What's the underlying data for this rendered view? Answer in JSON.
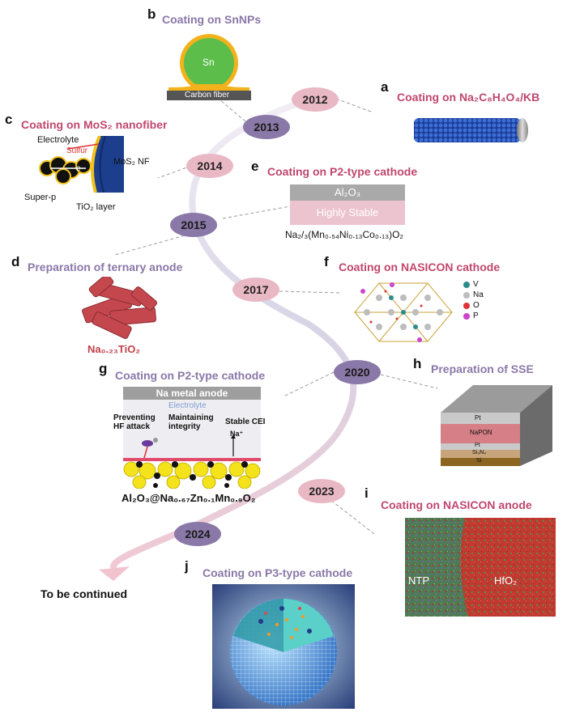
{
  "timeline": {
    "years": [
      "2012",
      "2013",
      "2014",
      "2015",
      "2017",
      "2020",
      "2023",
      "2024"
    ],
    "end_label": "To be continued"
  },
  "panels": {
    "a": {
      "letter": "a",
      "title": "Coating on Na₂C₈H₄O₄/KB"
    },
    "b": {
      "letter": "b",
      "title": "Coating on SnNPs",
      "core_label": "Sn",
      "base_label": "Carbon fiber"
    },
    "c": {
      "letter": "c",
      "title": "Coating on MoS₂ nanofiber",
      "labels": {
        "electrolyte": "Electrolyte",
        "sulfur": "Sulfur",
        "electron": "e-",
        "mos2": "MoS₂ NF",
        "superp": "Super-p",
        "tio2": "TiO₂ layer"
      }
    },
    "d": {
      "letter": "d",
      "title": "Preparation of ternary anode",
      "formula": "Na₀.₂₃TiO₂"
    },
    "e": {
      "letter": "e",
      "title": "Coating on P2-type cathode",
      "layer_top": "Al₂O₃",
      "layer_bottom": "Highly Stable",
      "formula": "Na₂/₃(Mn₀.₅₄Ni₀.₁₃Co₀.₁₃)O₂"
    },
    "f": {
      "letter": "f",
      "title": "Coating on NASICON cathode",
      "legend": [
        "V",
        "Na",
        "O",
        "P"
      ]
    },
    "g": {
      "letter": "g",
      "title": "Coating on P2-type cathode",
      "anode": "Na metal anode",
      "electrolyte": "Electrolyte",
      "labels": {
        "hf": "Preventing\nHF attack",
        "integrity": "Maintaining\nintegrity",
        "cei": "Stable CEI",
        "na": "Na⁺"
      },
      "formula": "Al₂O₃@Na₀.₆₇Zn₀.₁Mn₀.₉O₂"
    },
    "h": {
      "letter": "h",
      "title": "Preparation of SSE",
      "layers": [
        "Pt",
        "NaPON",
        "Pt",
        "Si₃N₄",
        "Si"
      ]
    },
    "i": {
      "letter": "i",
      "title": "Coating on NASICON anode",
      "left_label": "NTP",
      "right_label": "HfO₂"
    },
    "j": {
      "letter": "j",
      "title": "Coating on P3-type cathode"
    }
  },
  "colors": {
    "pink_title": "#c0476e",
    "purple_title": "#8a78a8",
    "oval_pink": "#e9b8c5",
    "oval_purple": "#8a78a8"
  }
}
